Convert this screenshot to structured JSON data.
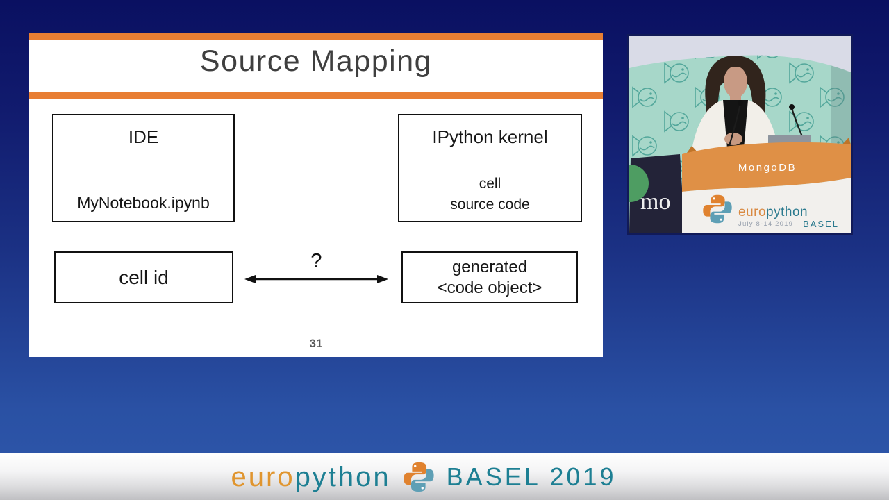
{
  "slide": {
    "title": "Source Mapping",
    "page_number": "31",
    "connector_label": "?",
    "boxes": {
      "ide": {
        "title": "IDE",
        "file": "MyNotebook.ipynb"
      },
      "kernel": {
        "title": "IPython kernel",
        "content_line1": "cell",
        "content_line2": "source code"
      },
      "cell_id": {
        "label": "cell id"
      },
      "generated": {
        "line1": "generated",
        "line2": "<code object>"
      }
    }
  },
  "video": {
    "podium": {
      "sponsor": "MongoDB",
      "logo_euro": "euro",
      "logo_python": "python",
      "dates": "July 8-14 2019",
      "city": "BASEL"
    },
    "side_banner": {
      "partial_text": "mo"
    }
  },
  "footer": {
    "logo_euro": "euro",
    "logo_python": "python",
    "event": "BASEL 2019"
  },
  "colors": {
    "accent_orange": "#e87e33",
    "background_top": "#0a1061",
    "background_bottom": "#2e57ab",
    "logo_orange": "#e0952f",
    "logo_teal": "#1d7f93",
    "podium_orange": "#df9046",
    "wall_teal": "#a7d7c9",
    "slide_text": "#3f3f3f"
  }
}
